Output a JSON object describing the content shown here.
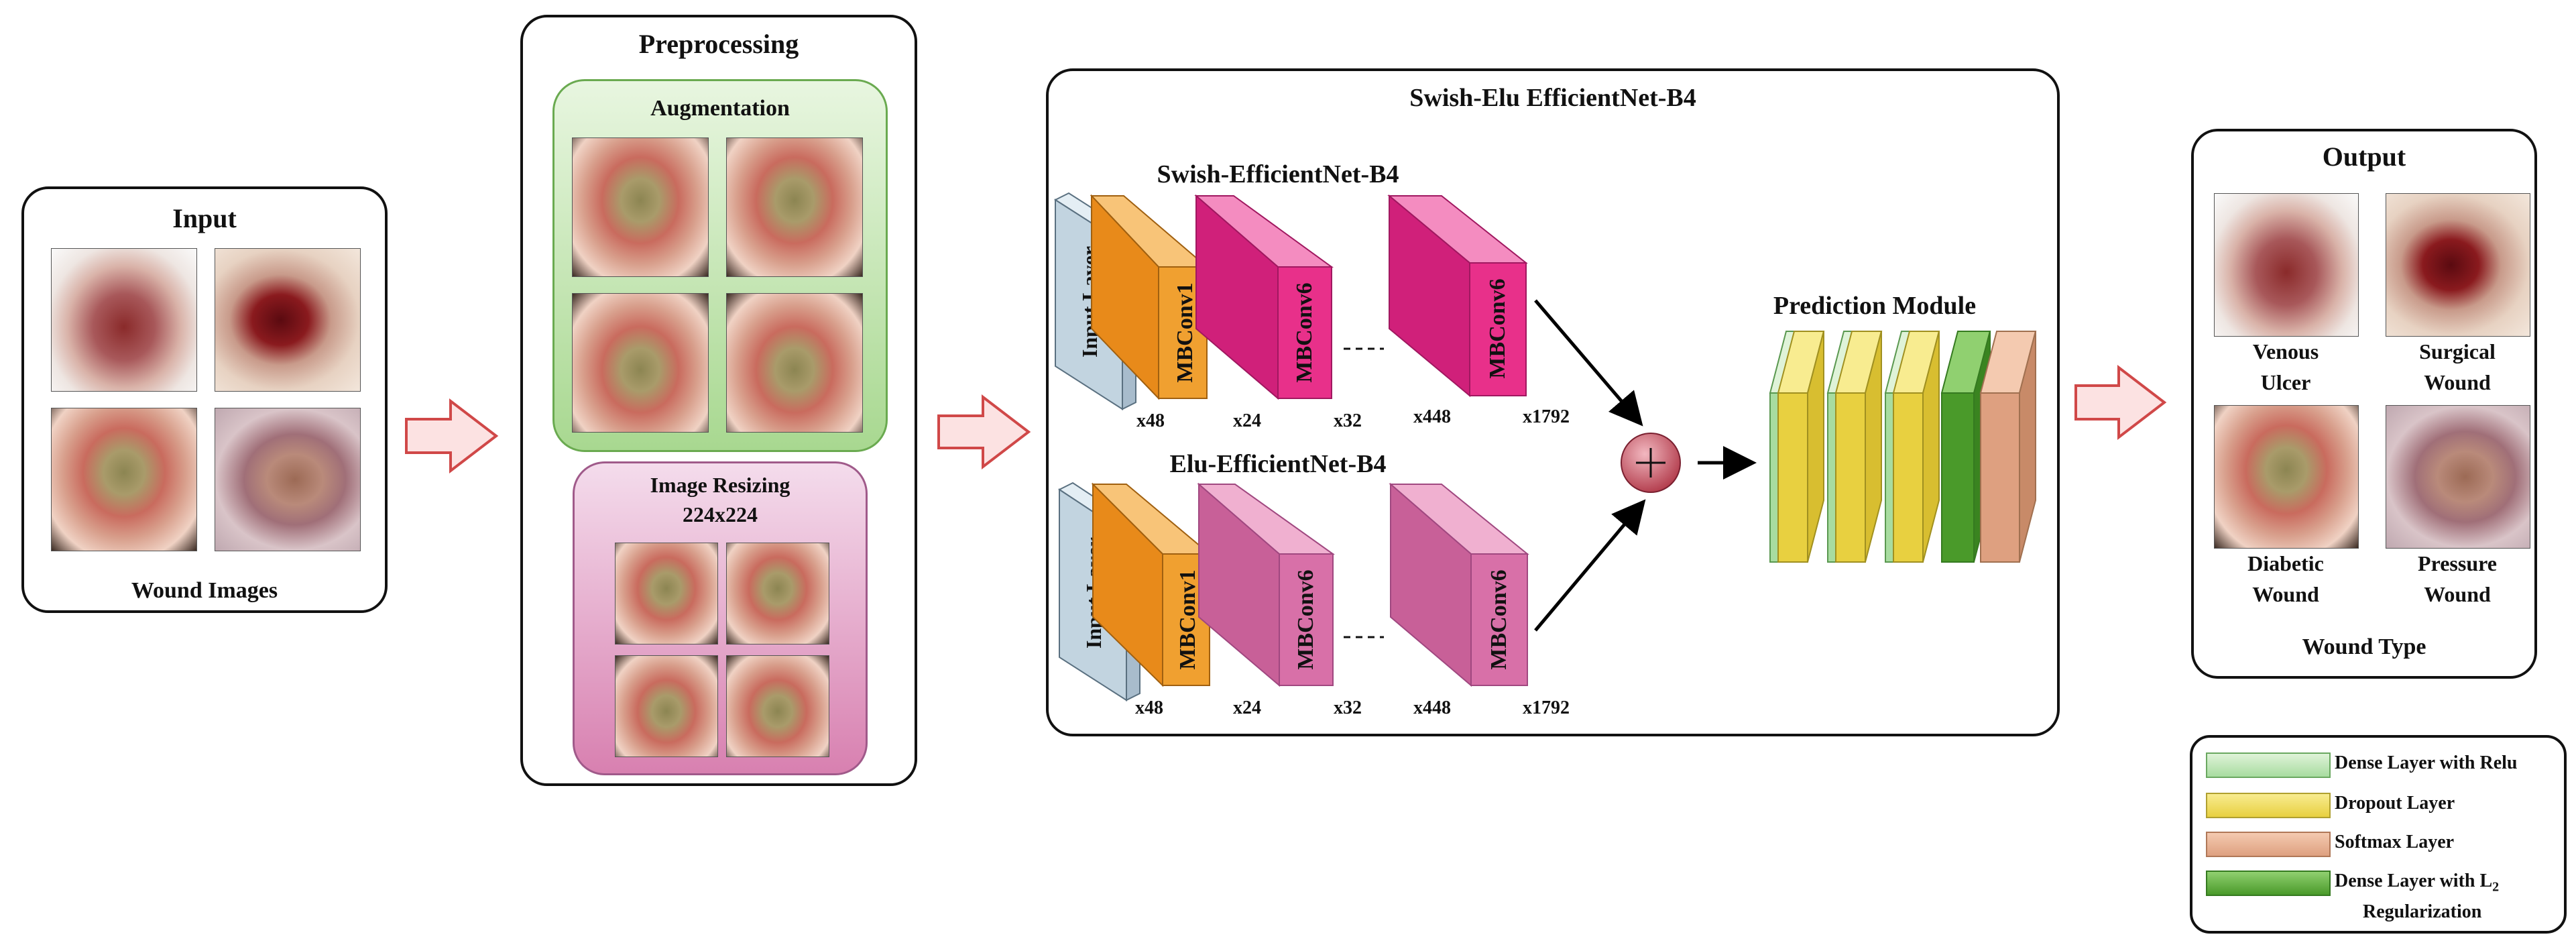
{
  "input": {
    "title": "Input",
    "caption": "Wound Images"
  },
  "preprocessing": {
    "title": "Preprocessing",
    "augmentation_title": "Augmentation",
    "resizing_title": "Image Resizing",
    "resizing_size": "224x224"
  },
  "model": {
    "title": "Swish-Elu EfficientNet-B4",
    "swish_branch": {
      "title": "Swish-EfficientNet-B4",
      "blocks": [
        "Input Layer",
        "MBConv1",
        "MBConv6",
        "MBConv6"
      ],
      "dims": [
        "x48",
        "x24",
        "x32",
        "x448",
        "x1792"
      ]
    },
    "elu_branch": {
      "title": "Elu-EfficientNet-B4",
      "blocks": [
        "Input Layer",
        "MBConv1",
        "MBConv6",
        "MBConv6"
      ],
      "dims": [
        "x48",
        "x24",
        "x32",
        "x448",
        "x1792"
      ]
    },
    "prediction_title": "Prediction Module",
    "fusion_symbol": "+"
  },
  "output": {
    "title": "Output",
    "classes": [
      {
        "line1": "Venous",
        "line2": "Ulcer"
      },
      {
        "line1": "Surgical",
        "line2": "Wound"
      },
      {
        "line1": "Diabetic",
        "line2": "Wound"
      },
      {
        "line1": "Pressure",
        "line2": "Wound"
      }
    ],
    "caption": "Wound Type"
  },
  "legend": {
    "items": [
      {
        "label": "Dense Layer with Relu",
        "color": "#a8dca0"
      },
      {
        "label": "Dropout Layer",
        "color": "#e8d040"
      },
      {
        "label": "Softmax Layer",
        "color": "#dea080"
      },
      {
        "label": "Dense Layer with L",
        "subscript": "2",
        "label2": "Regularization",
        "color": "#5aac3a"
      }
    ]
  },
  "colors": {
    "input_layer": "#c2d4e0",
    "mbconv1": "#f0a030",
    "mbconv6_swish": "#e8308a",
    "mbconv6_elu": "#d870a8",
    "augmentation_bg": "#a8d890",
    "resizing_bg": "#e0a8cc",
    "arrow_fill": "#fbe0e0",
    "arrow_stroke": "#d04040",
    "fusion": "#c04050"
  }
}
